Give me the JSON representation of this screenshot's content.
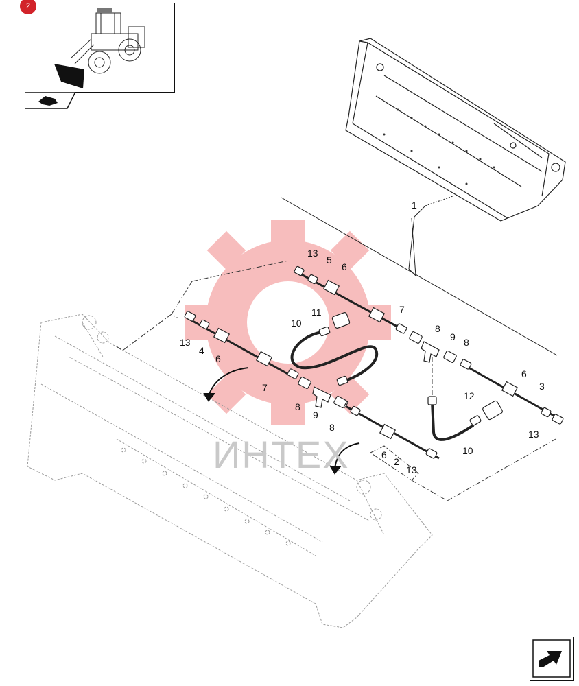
{
  "badge": {
    "text": "2",
    "color": "#d2232a"
  },
  "watermark": {
    "text": "ИНТЕХ",
    "color": "#f2a8a8"
  },
  "thumbnail": {
    "icon": "wheel-loader-icon",
    "tab_icon": "arrow-tab-icon"
  },
  "navigation": {
    "icon": "next-page-arrow-icon"
  },
  "callouts": [
    "1",
    "2",
    "3",
    "4",
    "5",
    "6",
    "7",
    "8",
    "9",
    "10",
    "11",
    "12",
    "13"
  ]
}
